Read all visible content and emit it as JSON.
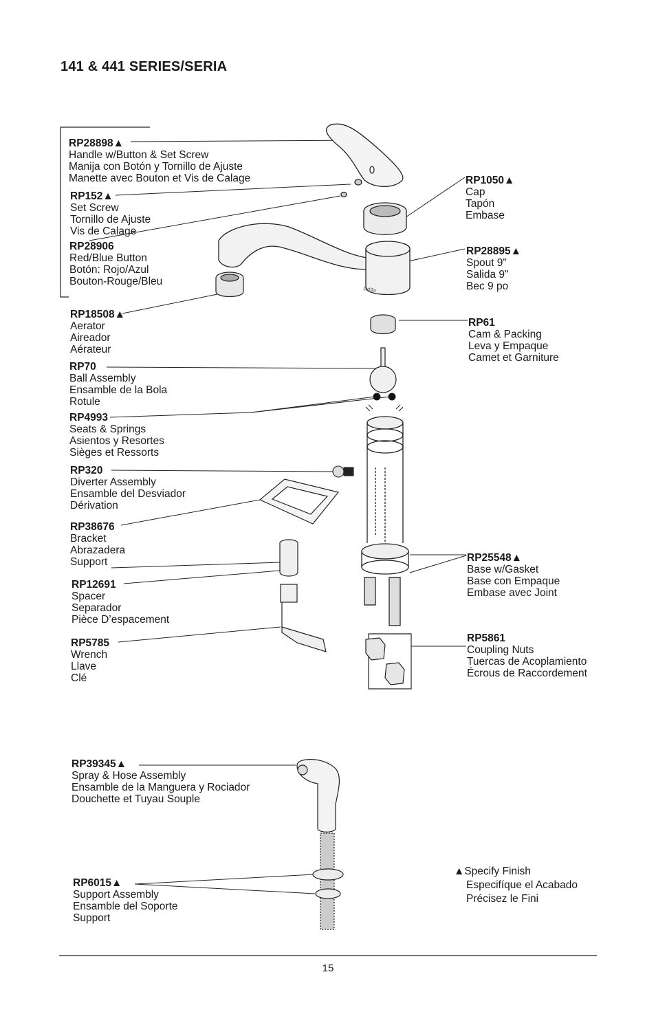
{
  "title": "141 & 441 SERIES/SERIA",
  "parts": [
    {
      "key": "handle",
      "pn": "RP28898▲",
      "lines": [
        "Handle w/Button & Set Screw",
        "Manija con Botón y Tornillo de Ajuste",
        "Manette avec Bouton et Vis de Calage"
      ]
    },
    {
      "key": "set-screw",
      "pn": "RP152▲",
      "lines": [
        "Set Screw",
        "Tornillo de Ajuste",
        "Vis de Calage"
      ]
    },
    {
      "key": "button",
      "pn": "RP28906",
      "lines": [
        "Red/Blue Button",
        "Botón: Rojo/Azul",
        "Bouton-Rouge/Bleu"
      ]
    },
    {
      "key": "aerator",
      "pn": "RP18508▲",
      "lines": [
        "Aerator",
        "Aireador",
        "Aérateur"
      ]
    },
    {
      "key": "ball",
      "pn": "RP70",
      "lines": [
        "Ball Assembly",
        "Ensamble de la Bola",
        "Rotule"
      ]
    },
    {
      "key": "seats",
      "pn": "RP4993",
      "lines": [
        "Seats & Springs",
        "Asientos y Resortes",
        "Sièges et Ressorts"
      ]
    },
    {
      "key": "diverter",
      "pn": "RP320",
      "lines": [
        "Diverter Assembly",
        "Ensamble del Desviador",
        "Dérivation"
      ]
    },
    {
      "key": "bracket",
      "pn": "RP38676",
      "lines": [
        "Bracket",
        "Abrazadera",
        "Support"
      ]
    },
    {
      "key": "spacer",
      "pn": "RP12691",
      "lines": [
        "Spacer",
        "Separador",
        "Pièce D’espacement"
      ]
    },
    {
      "key": "wrench",
      "pn": "RP5785",
      "lines": [
        "Wrench",
        "Llave",
        "Clé"
      ]
    },
    {
      "key": "cap",
      "pn": "RP1050▲",
      "lines": [
        "Cap",
        "Tapón",
        "Embase"
      ]
    },
    {
      "key": "spout",
      "pn": "RP28895▲",
      "lines": [
        "Spout 9\"",
        "Salida 9\"",
        "Bec 9 po"
      ]
    },
    {
      "key": "cam",
      "pn": "RP61",
      "lines": [
        "Cam & Packing",
        "Leva y Empaque",
        "Camet et Garniture"
      ]
    },
    {
      "key": "base",
      "pn": "RP25548▲",
      "lines": [
        "Base w/Gasket",
        "Base con Empaque",
        "Embase avec Joint"
      ]
    },
    {
      "key": "nuts",
      "pn": "RP5861",
      "lines": [
        "Coupling Nuts",
        "Tuercas de Acoplamiento",
        "Écrous de Raccordement"
      ]
    },
    {
      "key": "spray",
      "pn": "RP39345▲",
      "lines": [
        "Spray & Hose Assembly",
        "Ensamble de la Manguera y Rociador",
        "Douchette et Tuyau Souple"
      ]
    },
    {
      "key": "support",
      "pn": "RP6015▲",
      "lines": [
        "Support Assembly",
        "Ensamble del Soporte",
        "Support"
      ]
    }
  ],
  "spout_brand": "Delta",
  "footnote": [
    "▲Specify Finish",
    "Especifíque el Acabado",
    "Précisez le Fini"
  ],
  "page_number": "15"
}
